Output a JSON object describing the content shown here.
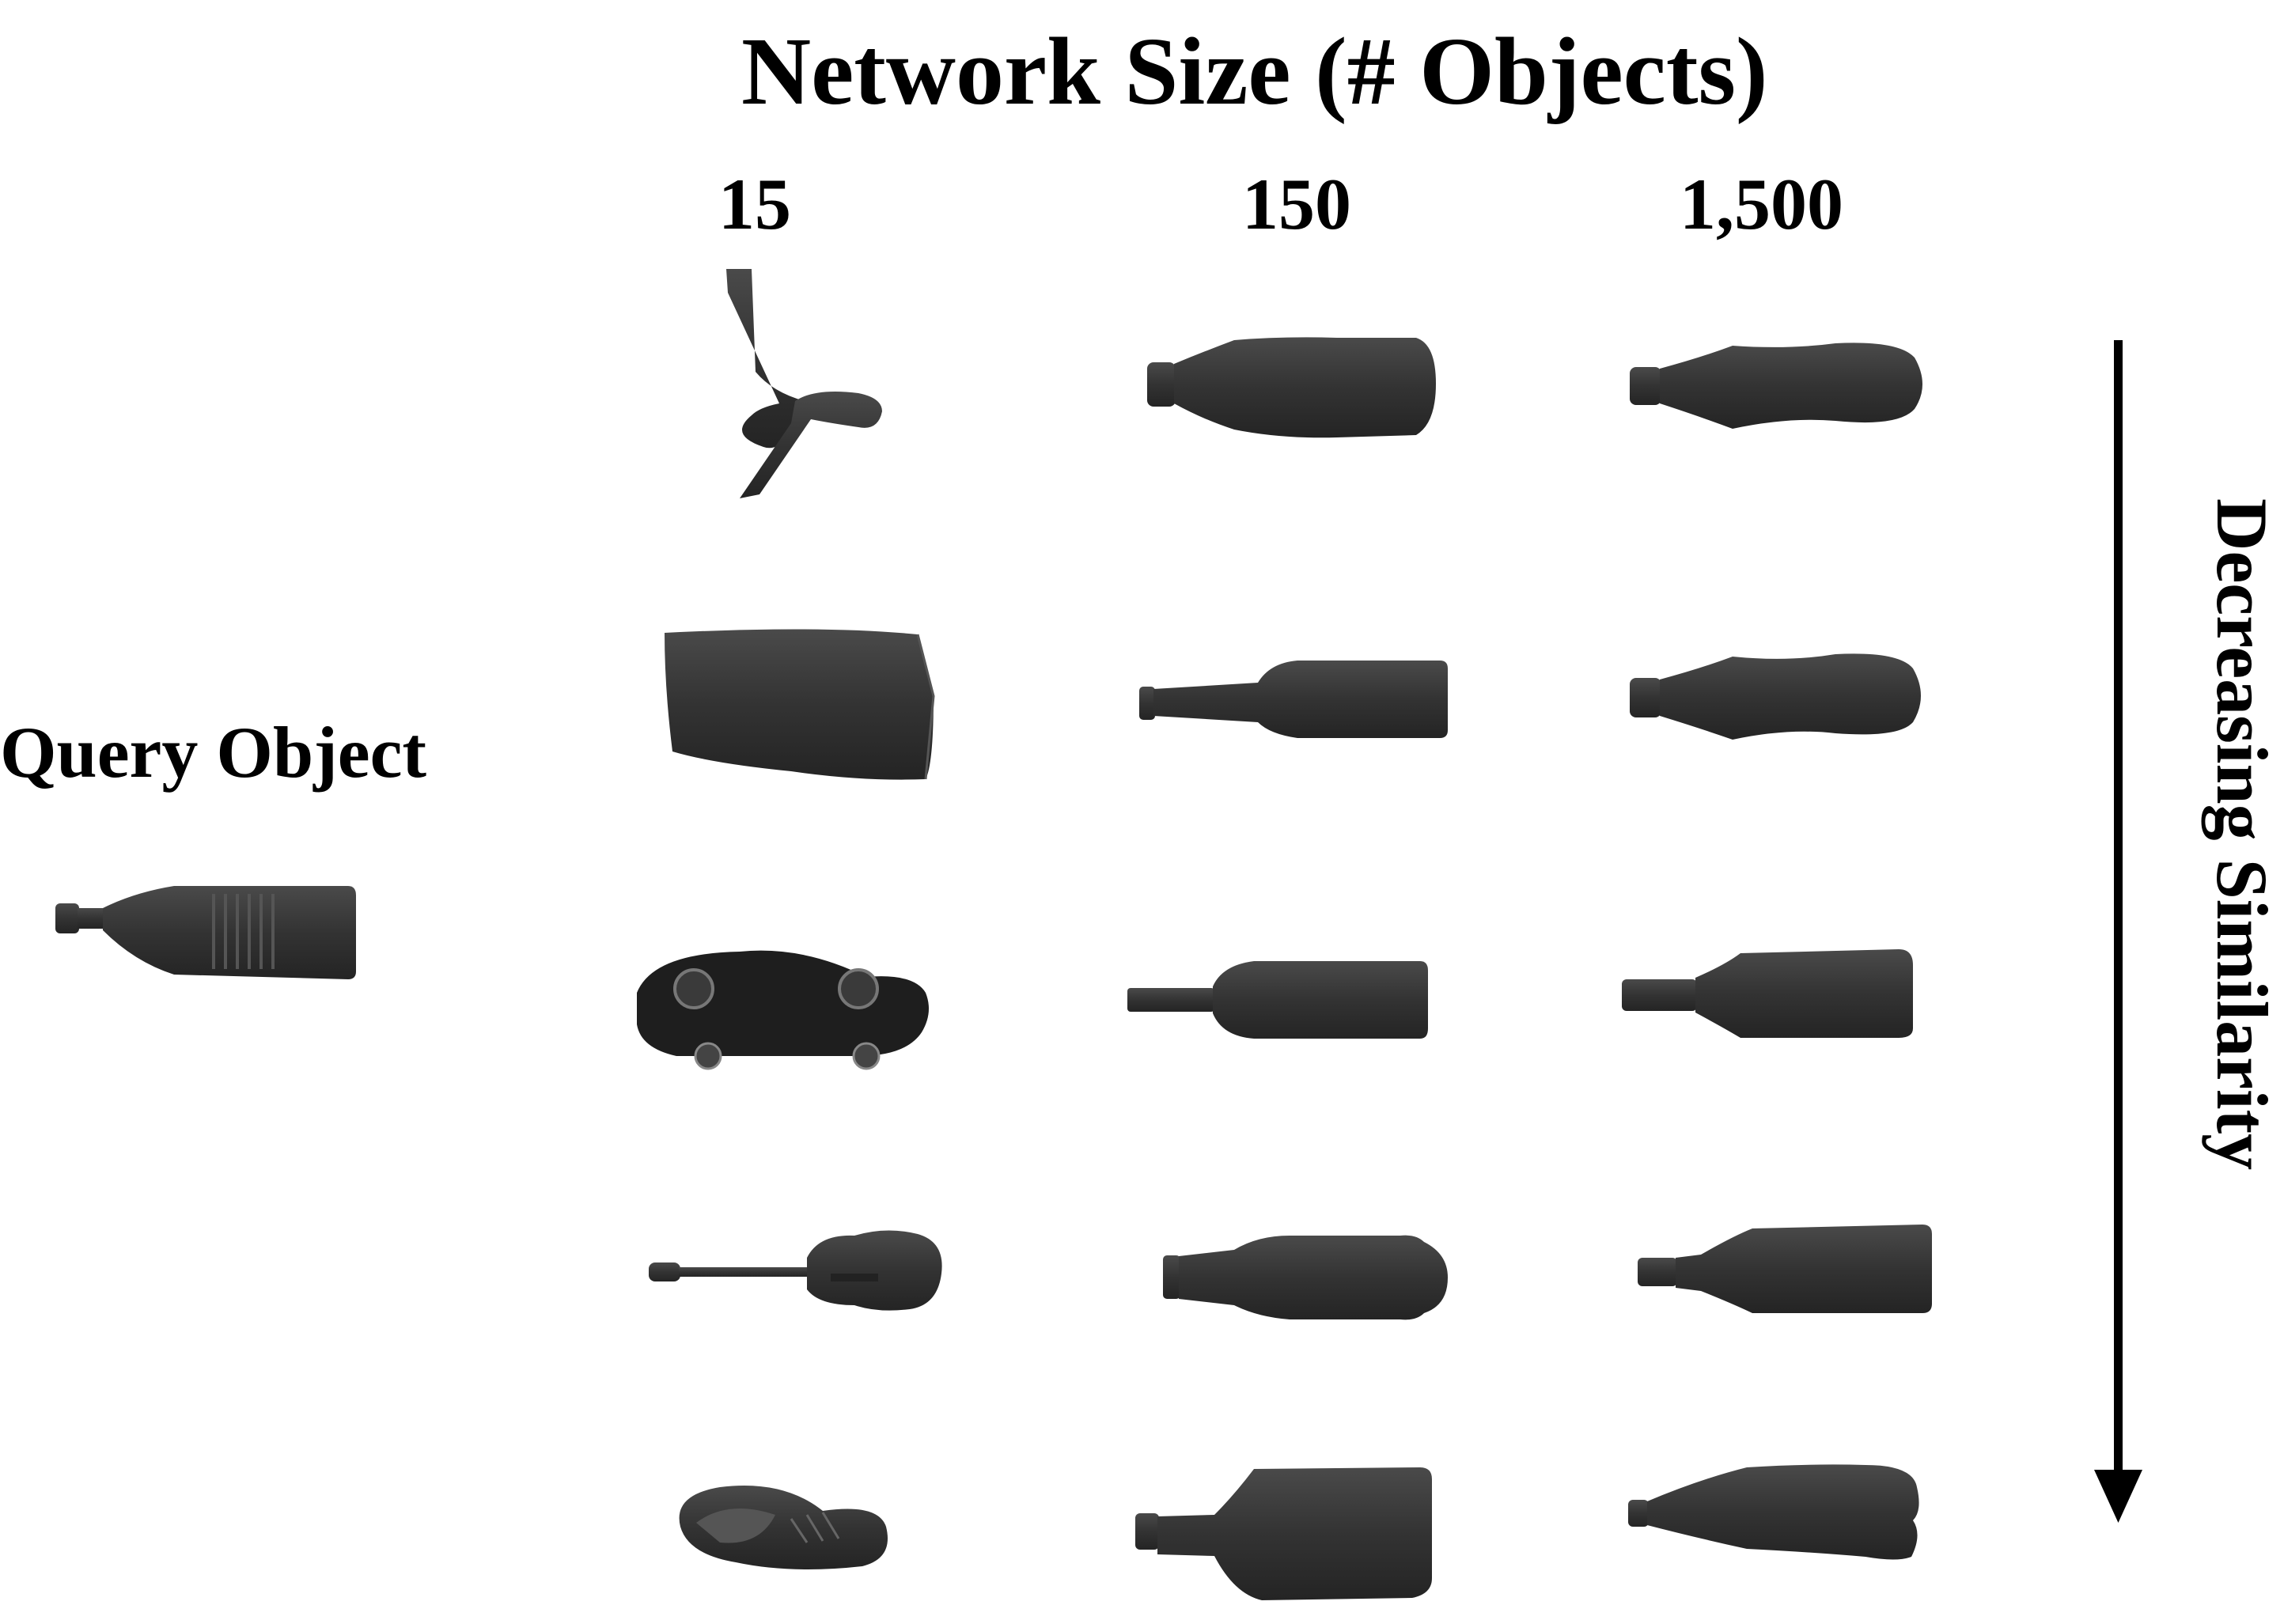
{
  "title": "Network Size (# Objects)",
  "columns": [
    "15",
    "150",
    "1,500"
  ],
  "query_label": "Query Object",
  "axis_label": "Decreasing Similarity",
  "colors": {
    "object": "#3a3a3a",
    "object_dark": "#1e1e1e",
    "arrow": "#000000"
  },
  "query_object": "bottle-icon",
  "rows": [
    [
      "airplane-icon",
      "bottle-icon",
      "bottle-icon"
    ],
    [
      "cup-icon",
      "bottle-icon",
      "bottle-icon"
    ],
    [
      "car-icon",
      "bottle-icon",
      "bottle-icon"
    ],
    [
      "guitar-icon",
      "bottle-icon",
      "bottle-icon"
    ],
    [
      "shoe-icon",
      "bottle-icon",
      "bottle-icon"
    ]
  ]
}
